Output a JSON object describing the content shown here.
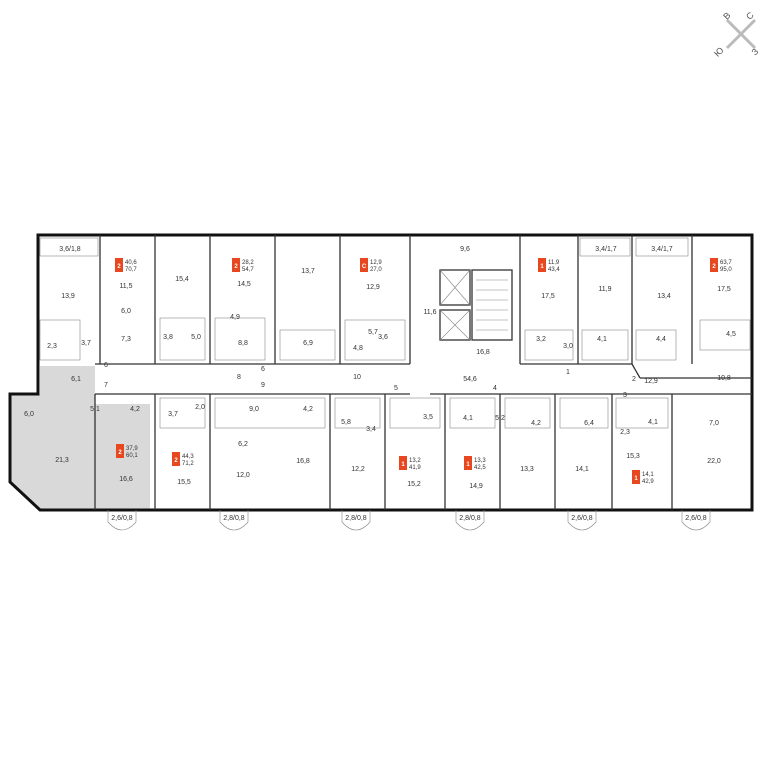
{
  "colors": {
    "accent": "#e8481f",
    "wall": "#111111",
    "grey_room": "#d9d9d9"
  },
  "compass": {
    "n": "С",
    "s": "Ю",
    "e": "В",
    "w": "З"
  },
  "apartments": [
    {
      "id": "apt-a",
      "rooms": "2",
      "area": "40,6",
      "total": "70,7"
    },
    {
      "id": "apt-b",
      "rooms": "2",
      "area": "28,2",
      "total": "54,7"
    },
    {
      "id": "apt-c",
      "rooms": "С",
      "area": "12,9",
      "total": "27,0"
    },
    {
      "id": "apt-d",
      "rooms": "1",
      "area": "11,9",
      "total": "43,4"
    },
    {
      "id": "apt-e",
      "rooms": "2",
      "area": "63,7",
      "total": "95,0"
    },
    {
      "id": "apt-f",
      "rooms": "2",
      "area": "37,9",
      "total": "60,1"
    },
    {
      "id": "apt-g",
      "rooms": "2",
      "area": "44,3",
      "total": "71,2"
    },
    {
      "id": "apt-h",
      "rooms": "1",
      "area": "13,2",
      "total": "41,9"
    },
    {
      "id": "apt-i",
      "rooms": "1",
      "area": "13,3",
      "total": "42,5"
    },
    {
      "id": "apt-j",
      "rooms": "1",
      "area": "14,1",
      "total": "42,9"
    }
  ],
  "room_labels": {
    "top_balcony_1": "3,6/1,8",
    "lobby_top": "9,6",
    "top_balcony_2": "3,4/1,7",
    "top_balcony_3": "3,4/1,7",
    "r_13_9": "13,9",
    "r_11_5": "11,5",
    "r_15_4": "15,4",
    "r_14_5": "14,5",
    "r_13_7": "13,7",
    "r_12_9": "12,9",
    "r_11_6": "11,6",
    "r_17_5a": "17,5",
    "r_11_9": "11,9",
    "r_13_4": "13,4",
    "r_17_5b": "17,5",
    "r_6_0": "6,0",
    "r_7_3": "7,3",
    "r_3_8": "3,8",
    "r_5_0": "5,0",
    "r_4_9": "4,9",
    "r_8_8": "8,8",
    "r_6_9": "6,9",
    "r_5_7": "5,7",
    "r_4_8": "4,8",
    "r_3_6": "3,6",
    "r_16_8a": "16,8",
    "r_3_2": "3,2",
    "r_3_0": "3,0",
    "r_4_1a": "4,1",
    "r_4_4": "4,4",
    "r_4_5": "4,5",
    "r_2_3": "2,3",
    "r_3_7a": "3,7",
    "r_12_9b": "12,9",
    "r_10_8": "10,8",
    "r_6_1": "6,1",
    "r_54_6": "54,6",
    "r_6_0b": "6,0",
    "r_5_1": "5,1",
    "r_4_2a": "4,2",
    "r_3_7b": "3,7",
    "r_2_0": "2,0",
    "r_9_0": "9,0",
    "r_4_2b": "4,2",
    "r_5_8": "5,8",
    "r_3_4": "3,4",
    "r_3_5": "3,5",
    "r_4_1b": "4,1",
    "r_5_2": "5,2",
    "r_4_2c": "4,2",
    "r_6_4": "6,4",
    "r_2_3b": "2,3",
    "r_4_1c": "4,1",
    "r_7_0": "7,0",
    "r_21_3": "21,3",
    "r_16_6": "16,6",
    "r_15_5": "15,5",
    "r_6_2": "6,2",
    "r_12_0": "12,0",
    "r_16_8b": "16,8",
    "r_12_2": "12,2",
    "r_15_2": "15,2",
    "r_14_9": "14,9",
    "r_13_3": "13,3",
    "r_14_1": "14,1",
    "r_15_3": "15,3",
    "r_22_0": "22,0"
  },
  "corridor_numbers": [
    "6",
    "7",
    "8",
    "9",
    "6",
    "10",
    "5",
    "4",
    "1",
    "2",
    "3"
  ],
  "bottom_balconies": [
    "2,6/0,8",
    "2,8/0,8",
    "2,8/0,8",
    "2,8/0,8",
    "2,6/0,8",
    "2,6/0,8"
  ]
}
